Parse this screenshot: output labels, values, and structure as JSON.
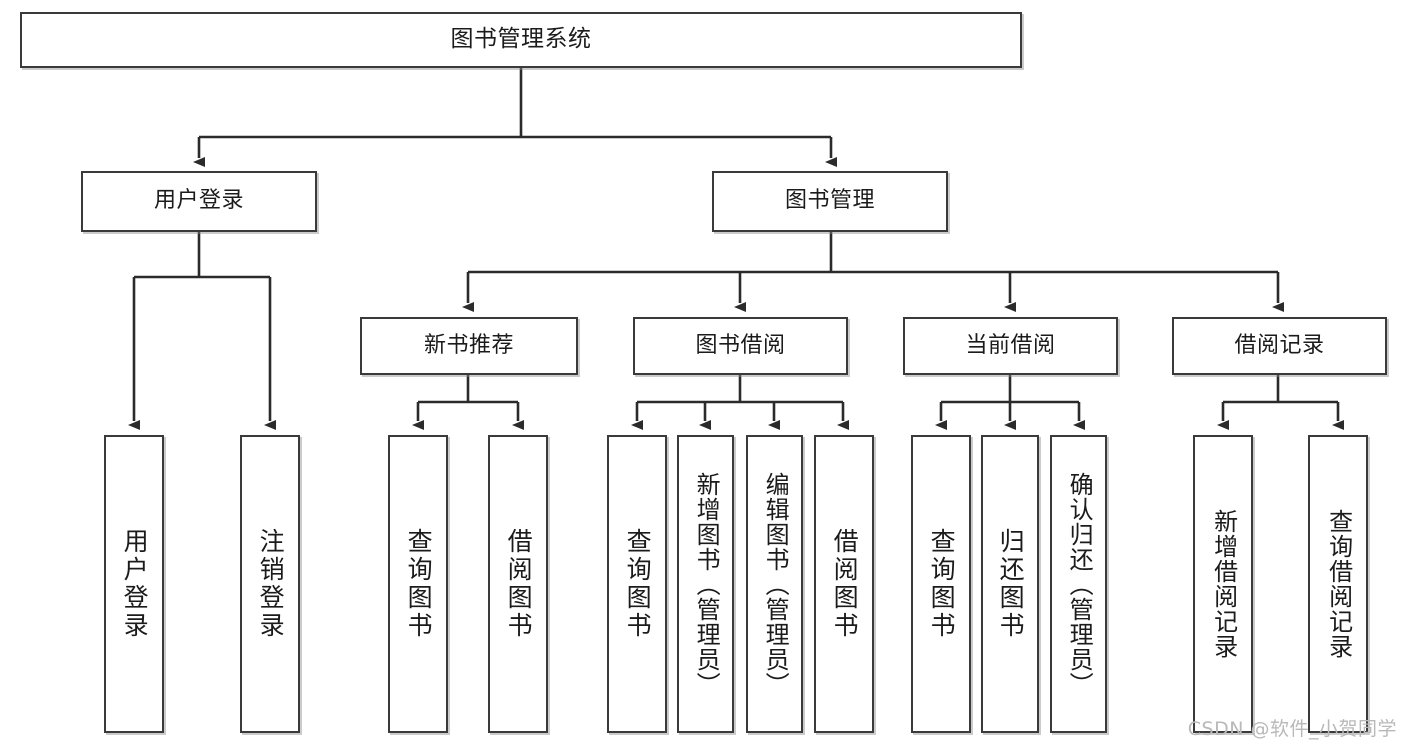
{
  "diagram": {
    "title": "图书管理系统",
    "type": "hierarchy-tree",
    "root": {
      "id": "root",
      "label": "图书管理系统"
    },
    "level2": [
      {
        "id": "user-login",
        "label": "用户登录"
      },
      {
        "id": "book-admin",
        "label": "图书管理"
      }
    ],
    "level3": [
      {
        "id": "new-book-rec",
        "label": "新书推荐",
        "parent": "book-admin"
      },
      {
        "id": "book-borrow",
        "label": "图书借阅",
        "parent": "book-admin"
      },
      {
        "id": "current-borrow",
        "label": "当前借阅",
        "parent": "book-admin"
      },
      {
        "id": "borrow-record",
        "label": "借阅记录",
        "parent": "book-admin"
      }
    ],
    "leaves": [
      {
        "id": "leaf-user-login",
        "label": "用户登录",
        "parent": "user-login"
      },
      {
        "id": "leaf-logout-login",
        "label": "注销登录",
        "parent": "user-login"
      },
      {
        "id": "leaf-query-book-1",
        "label": "查询图书",
        "parent": "new-book-rec"
      },
      {
        "id": "leaf-borrow-book-1",
        "label": "借阅图书",
        "parent": "new-book-rec"
      },
      {
        "id": "leaf-query-book-2",
        "label": "查询图书",
        "parent": "book-borrow"
      },
      {
        "id": "leaf-add-book",
        "label": "新增图书（管理员）",
        "parent": "book-borrow"
      },
      {
        "id": "leaf-edit-book",
        "label": "编辑图书（管理员）",
        "parent": "book-borrow"
      },
      {
        "id": "leaf-borrow-book-2",
        "label": "借阅图书",
        "parent": "book-borrow"
      },
      {
        "id": "leaf-query-book-3",
        "label": "查询图书",
        "parent": "current-borrow"
      },
      {
        "id": "leaf-return-book",
        "label": "归还图书",
        "parent": "current-borrow"
      },
      {
        "id": "leaf-confirm-return",
        "label": "确认归还（管理员）",
        "parent": "current-borrow"
      },
      {
        "id": "leaf-add-record",
        "label": "新增借阅记录",
        "parent": "borrow-record"
      },
      {
        "id": "leaf-query-record",
        "label": "查询借阅记录",
        "parent": "borrow-record"
      }
    ]
  },
  "watermark": {
    "text": "CSDN @软件_小贺同学"
  },
  "colors": {
    "stroke": "#3a3a3a",
    "fill": "#ffffff",
    "text": "#1b1b1b",
    "watermark": "#b9b9b9",
    "background": "#ffffff"
  }
}
